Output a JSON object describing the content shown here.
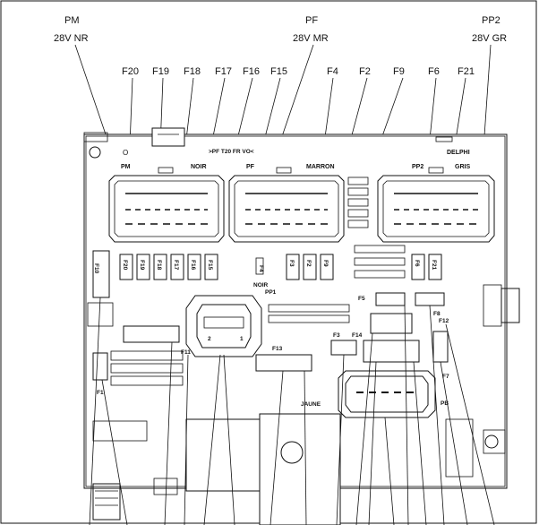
{
  "top_connectors": {
    "pm": {
      "name": "PM",
      "spec": "28V NR"
    },
    "pf": {
      "name": "PF",
      "spec": "28V MR"
    },
    "pp2": {
      "name": "PP2",
      "spec": "28V GR"
    }
  },
  "fuse_callouts": [
    "F20",
    "F19",
    "F18",
    "F17",
    "F16",
    "F15",
    "F4",
    "F2",
    "F9",
    "F6",
    "F21"
  ],
  "box": {
    "header_text": ">PF T20 FR VO<",
    "brand": "DELPHI",
    "connector_labels": {
      "pm": "PM",
      "noir": "NOIR",
      "pf": "PF",
      "marron": "MARRON",
      "pp2": "PP2",
      "gris": "GRIS"
    },
    "fuse_row_labels": [
      "F10",
      "F20",
      "F19",
      "F18",
      "F17",
      "F16",
      "F15",
      "F4",
      "F3",
      "F2",
      "F9",
      "F6",
      "F21"
    ],
    "relay_labels": [
      "NOIR",
      "PP1",
      "F5",
      "F8",
      "F13",
      "F3",
      "F14",
      "F1",
      "F7",
      "PB",
      "JAUNE",
      "2",
      "1",
      "F11",
      "F12"
    ]
  }
}
